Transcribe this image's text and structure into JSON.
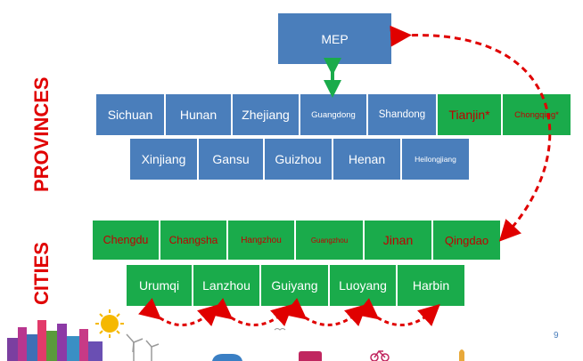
{
  "labels": {
    "provinces": "PROVINCES",
    "cities": "CITIES",
    "page_number": "9"
  },
  "top": {
    "label": "MEP"
  },
  "provinces_row1": [
    "Sichuan",
    "Hunan",
    "Zhejiang",
    "Guangdong",
    "Shandong",
    "Tianjin*",
    "Chongqing*"
  ],
  "provinces_row2": [
    "Xinjiang",
    "Gansu",
    "Guizhou",
    "Henan",
    "Heilongjiang"
  ],
  "cities_row1": [
    "Chengdu",
    "Changsha",
    "Hangzhou",
    "Guangzhou",
    "Jinan",
    "Qingdao"
  ],
  "cities_row2": [
    "Urumqi",
    "Lanzhou",
    "Guiyang",
    "Luoyang",
    "Harbin"
  ],
  "colors": {
    "blue_box": "#4a7ebb",
    "green_box": "#1aab4b",
    "red_text": "#c00000",
    "arrow_red": "#e00000",
    "arrow_green": "#1aab4b"
  }
}
